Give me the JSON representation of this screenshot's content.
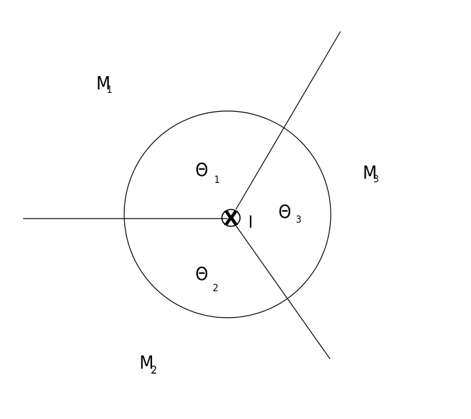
{
  "diagram": {
    "regions": [
      {
        "name": "M",
        "subscript": "1"
      },
      {
        "name": "M",
        "subscript": "2"
      },
      {
        "name": "M",
        "subscript": "3"
      }
    ],
    "points": [
      {
        "name": "Θ",
        "subscript": "1"
      },
      {
        "name": "Θ",
        "subscript": "2"
      },
      {
        "name": "Θ",
        "subscript": "3"
      }
    ],
    "junction": {
      "marker": "X",
      "label": "I"
    },
    "colors": {
      "stroke": "#000000",
      "background": "#ffffff"
    }
  }
}
